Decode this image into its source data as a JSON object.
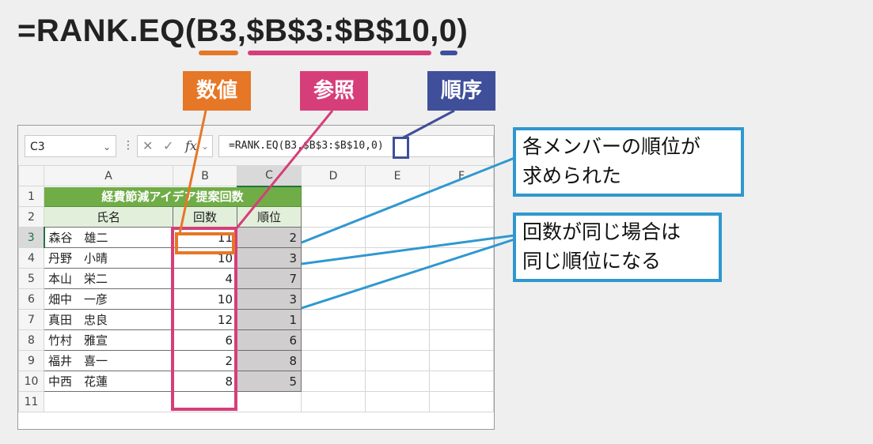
{
  "formula_title": "=RANK.EQ(B3,$B$3:$B$10,0)",
  "colors": {
    "number_arg": "#e67726",
    "ref_arg": "#d63e7a",
    "order_arg": "#3f4f9a",
    "callout_border": "#2f98cf",
    "table_header": "#70ad47"
  },
  "tags": {
    "number": "数値",
    "ref": "参照",
    "order": "順序"
  },
  "callouts": {
    "ranked": [
      "各メンバーの順位が",
      "求められた"
    ],
    "same_rank": [
      "回数が同じ場合は",
      "同じ順位になる"
    ]
  },
  "formula_bar": {
    "name_box": "C3",
    "formula": "=RANK.EQ(B3,$B$3:$B$10,0)",
    "fx": "fx"
  },
  "columns": [
    "A",
    "B",
    "C",
    "D",
    "E",
    "F"
  ],
  "rows": [
    "1",
    "2",
    "3",
    "4",
    "5",
    "6",
    "7",
    "8",
    "9",
    "10",
    "11"
  ],
  "table": {
    "title": "経費節減アイデア提案回数",
    "headers": [
      "氏名",
      "回数",
      "順位"
    ],
    "records": [
      {
        "name": "森谷　雄二",
        "count": "11",
        "rank": "2"
      },
      {
        "name": "丹野　小晴",
        "count": "10",
        "rank": "3"
      },
      {
        "name": "本山　栄二",
        "count": "4",
        "rank": "7"
      },
      {
        "name": "畑中　一彦",
        "count": "10",
        "rank": "3"
      },
      {
        "name": "真田　忠良",
        "count": "12",
        "rank": "1"
      },
      {
        "name": "竹村　雅宣",
        "count": "6",
        "rank": "6"
      },
      {
        "name": "福井　喜一",
        "count": "2",
        "rank": "8"
      },
      {
        "name": "中西　花蓮",
        "count": "8",
        "rank": "5"
      }
    ]
  }
}
